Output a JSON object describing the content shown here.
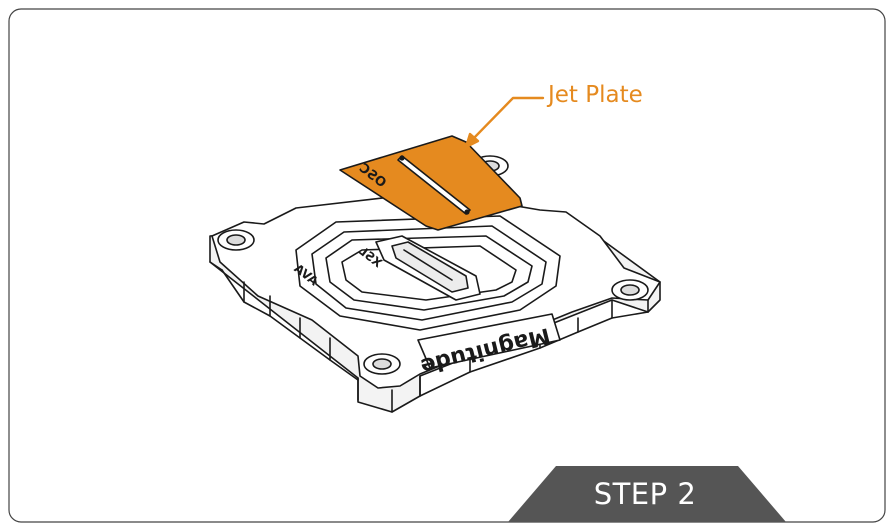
{
  "callout": {
    "label": "Jet Plate",
    "color": "#e58a1f"
  },
  "step": {
    "label": "STEP 2",
    "badge_color": "#555555"
  },
  "part_markings": {
    "plate_text": "OSC",
    "insert_text": "XSL",
    "side_text": "AVA",
    "logo_text": "Magnitude"
  }
}
